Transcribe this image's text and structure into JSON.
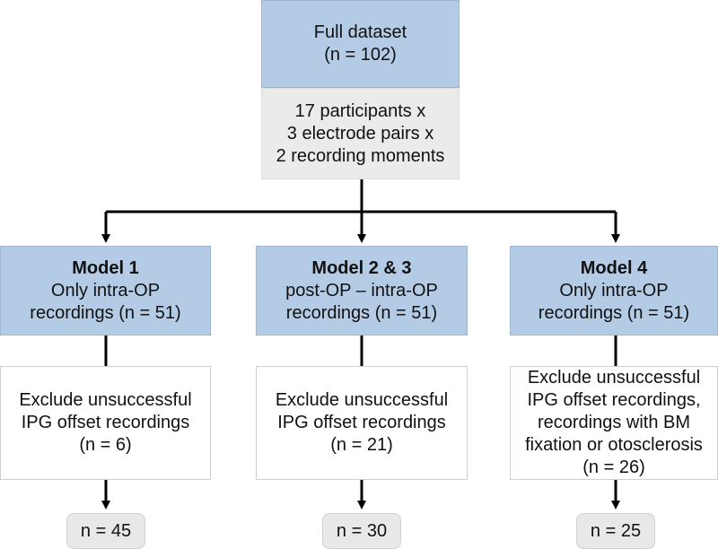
{
  "top": {
    "title": "Full dataset",
    "count": "(n = 102)",
    "detail": [
      "17 participants x",
      "3 electrode pairs x",
      "2 recording moments"
    ]
  },
  "models": [
    {
      "name": "Model 1",
      "desc": [
        "Only intra-OP",
        "recordings (n = 51)"
      ],
      "exclusion": [
        "Exclude unsuccessful",
        "IPG offset recordings",
        "(n = 6)"
      ],
      "result": "n = 45"
    },
    {
      "name": "Model 2 & 3",
      "desc": [
        "post-OP – intra-OP",
        "recordings (n = 51)"
      ],
      "exclusion": [
        "Exclude unsuccessful",
        "IPG offset recordings",
        "(n = 21)"
      ],
      "result": "n = 30"
    },
    {
      "name": "Model 4",
      "desc": [
        "Only intra-OP",
        "recordings (n = 51)"
      ],
      "exclusion": [
        "Exclude unsuccessful",
        "IPG offset recordings,",
        "recordings with BM",
        "fixation or otosclerosis",
        "(n = 26)"
      ],
      "result": "n = 25"
    }
  ]
}
